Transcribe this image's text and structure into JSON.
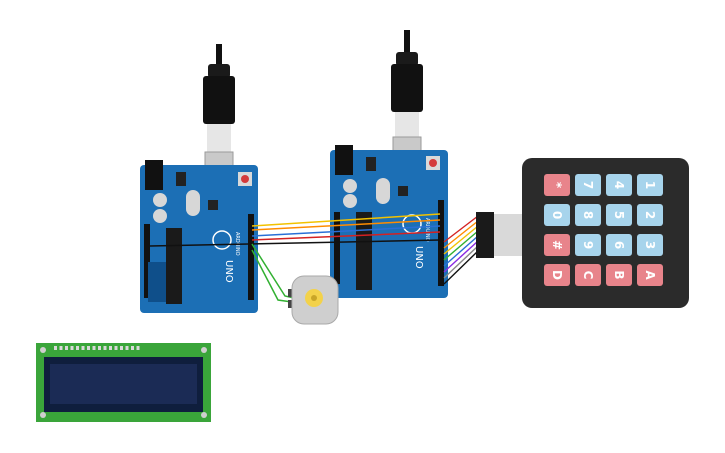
{
  "boards": [
    {
      "id": "left",
      "model": "UNO",
      "brand": "ARDUINO"
    },
    {
      "id": "right",
      "model": "UNO",
      "brand": "ARDUINO"
    }
  ],
  "keypad": {
    "rows": [
      [
        {
          "label": "1",
          "type": "number"
        },
        {
          "label": "4",
          "type": "number"
        },
        {
          "label": "7",
          "type": "number"
        },
        {
          "label": "*",
          "type": "special"
        }
      ],
      [
        {
          "label": "2",
          "type": "number"
        },
        {
          "label": "5",
          "type": "number"
        },
        {
          "label": "8",
          "type": "number"
        },
        {
          "label": "0",
          "type": "number"
        }
      ],
      [
        {
          "label": "3",
          "type": "number"
        },
        {
          "label": "6",
          "type": "number"
        },
        {
          "label": "9",
          "type": "number"
        },
        {
          "label": "#",
          "type": "special"
        }
      ],
      [
        {
          "label": "A",
          "type": "special"
        },
        {
          "label": "B",
          "type": "special"
        },
        {
          "label": "C",
          "type": "special"
        },
        {
          "label": "D",
          "type": "special"
        }
      ]
    ]
  },
  "wires": [
    {
      "color": "#f2c200"
    },
    {
      "color": "#ff8c00"
    },
    {
      "color": "#2a6fd6"
    },
    {
      "color": "#d42121"
    },
    {
      "color": "#111111"
    },
    {
      "color": "#32b032"
    }
  ],
  "keypad_wires": [
    "#d42121",
    "#ff8c00",
    "#f2c200",
    "#32b032",
    "#2a6fd6",
    "#8a2be2",
    "#888888",
    "#111111"
  ],
  "colors": {
    "board": "#1c6fb5",
    "board_dark": "#0f4f8a",
    "keypad_body": "#2b2b2b",
    "key_number": "#a7d4ec",
    "key_special": "#e8848b",
    "lcd_pcb": "#3aa53a",
    "lcd_screen": "#1b2b55",
    "motor": "#cfcfcf",
    "motor_hub": "#f3d24a"
  }
}
